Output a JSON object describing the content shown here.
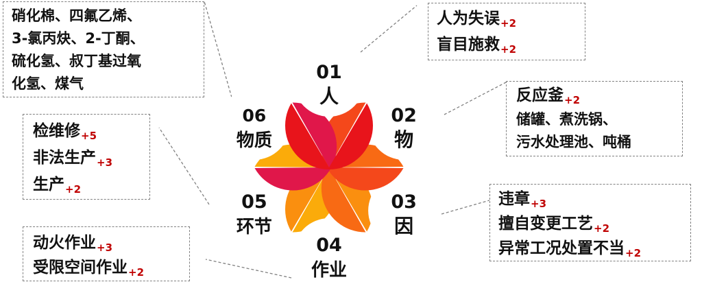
{
  "colors": {
    "petal_01": "#e8141b",
    "petal_02": "#f4481b",
    "petal_03": "#f86a14",
    "petal_04": "#fa8f0f",
    "petal_05": "#fbab0a",
    "petal_06": "#e0174a",
    "score": "#c00000",
    "border": "#808080"
  },
  "petals": [
    {
      "number": "01",
      "label": "人"
    },
    {
      "number": "02",
      "label": "物"
    },
    {
      "number": "03",
      "label": "因"
    },
    {
      "number": "04",
      "label": "作业"
    },
    {
      "number": "05",
      "label": "环节"
    },
    {
      "number": "06",
      "label": "物质"
    }
  ],
  "boxes": {
    "top_right": [
      {
        "text": "人为失误",
        "score": "+2"
      },
      {
        "text": "盲目施救",
        "score": "+2"
      }
    ],
    "right": [
      {
        "text": "反应釜",
        "score": "+2"
      },
      {
        "text": "储罐、煮洗锅、",
        "score": ""
      },
      {
        "text": "污水处理池、吨桶",
        "score": ""
      }
    ],
    "bottom_right": [
      {
        "text": "违章",
        "score": "+3"
      },
      {
        "text": "擅自变更工艺",
        "score": "+2"
      },
      {
        "text": "异常工况处置不当",
        "score": "+2"
      }
    ],
    "bottom_left": [
      {
        "text": "动火作业",
        "score": "+3"
      },
      {
        "text": "受限空间作业",
        "score": "+2"
      }
    ],
    "left": [
      {
        "text": "检维修",
        "score": "+5"
      },
      {
        "text": "非法生产",
        "score": "+3"
      },
      {
        "text": "生产",
        "score": "+2"
      }
    ],
    "top_left": [
      {
        "text": "硝化棉、四氟乙烯、",
        "score": ""
      },
      {
        "text": "3-氯丙炔、2-丁酮、",
        "score": ""
      },
      {
        "text": "硫化氢、叔丁基过氧",
        "score": ""
      },
      {
        "text": "化氢、煤气",
        "score": ""
      }
    ]
  }
}
